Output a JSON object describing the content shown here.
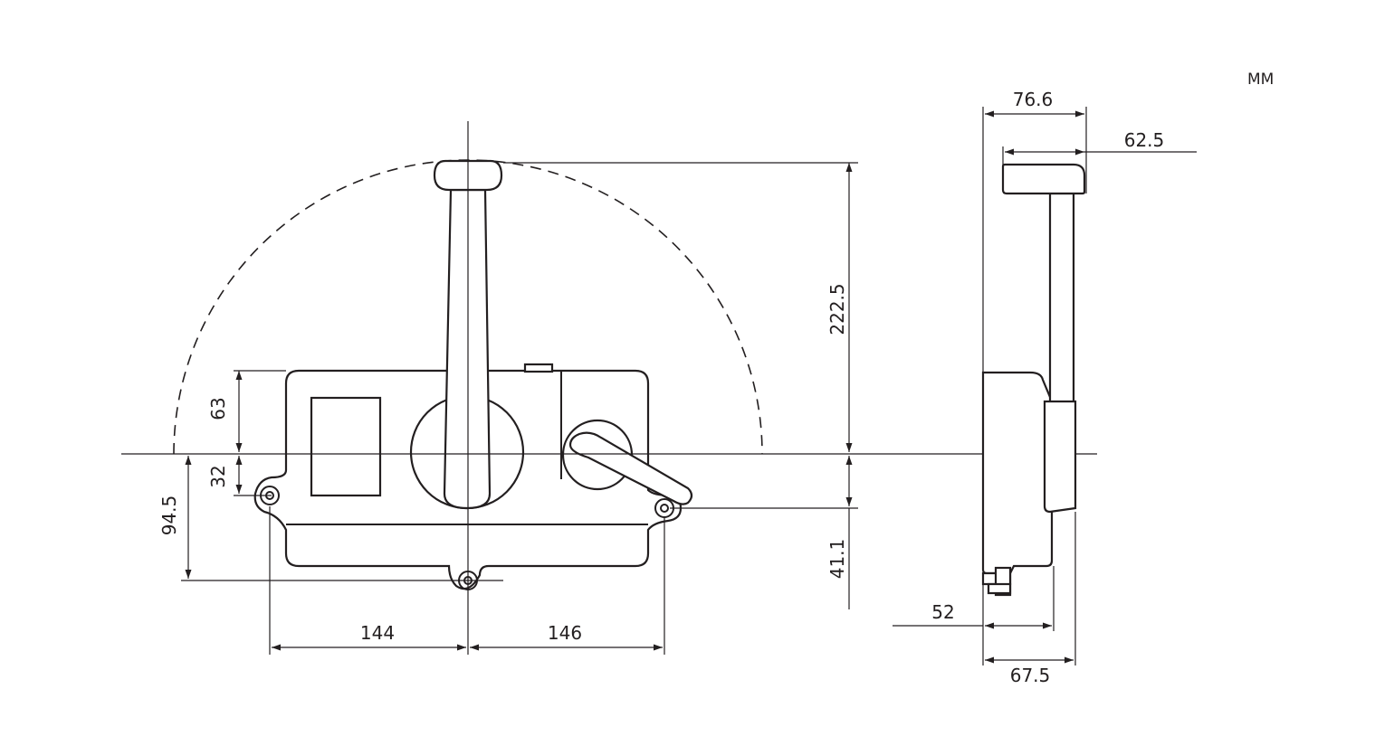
{
  "units": "MM",
  "front_view": {
    "lever_height": "222.5",
    "box_top_offset": "63",
    "hole_offset": "32",
    "bottom_hole_offset": "94.5",
    "left_width": "144",
    "right_width": "146",
    "right_hole_offset": "41.1"
  },
  "side_view": {
    "overall_width": "76.6",
    "handle_width": "62.5",
    "body_depth": "52",
    "base_depth": "67.5"
  }
}
